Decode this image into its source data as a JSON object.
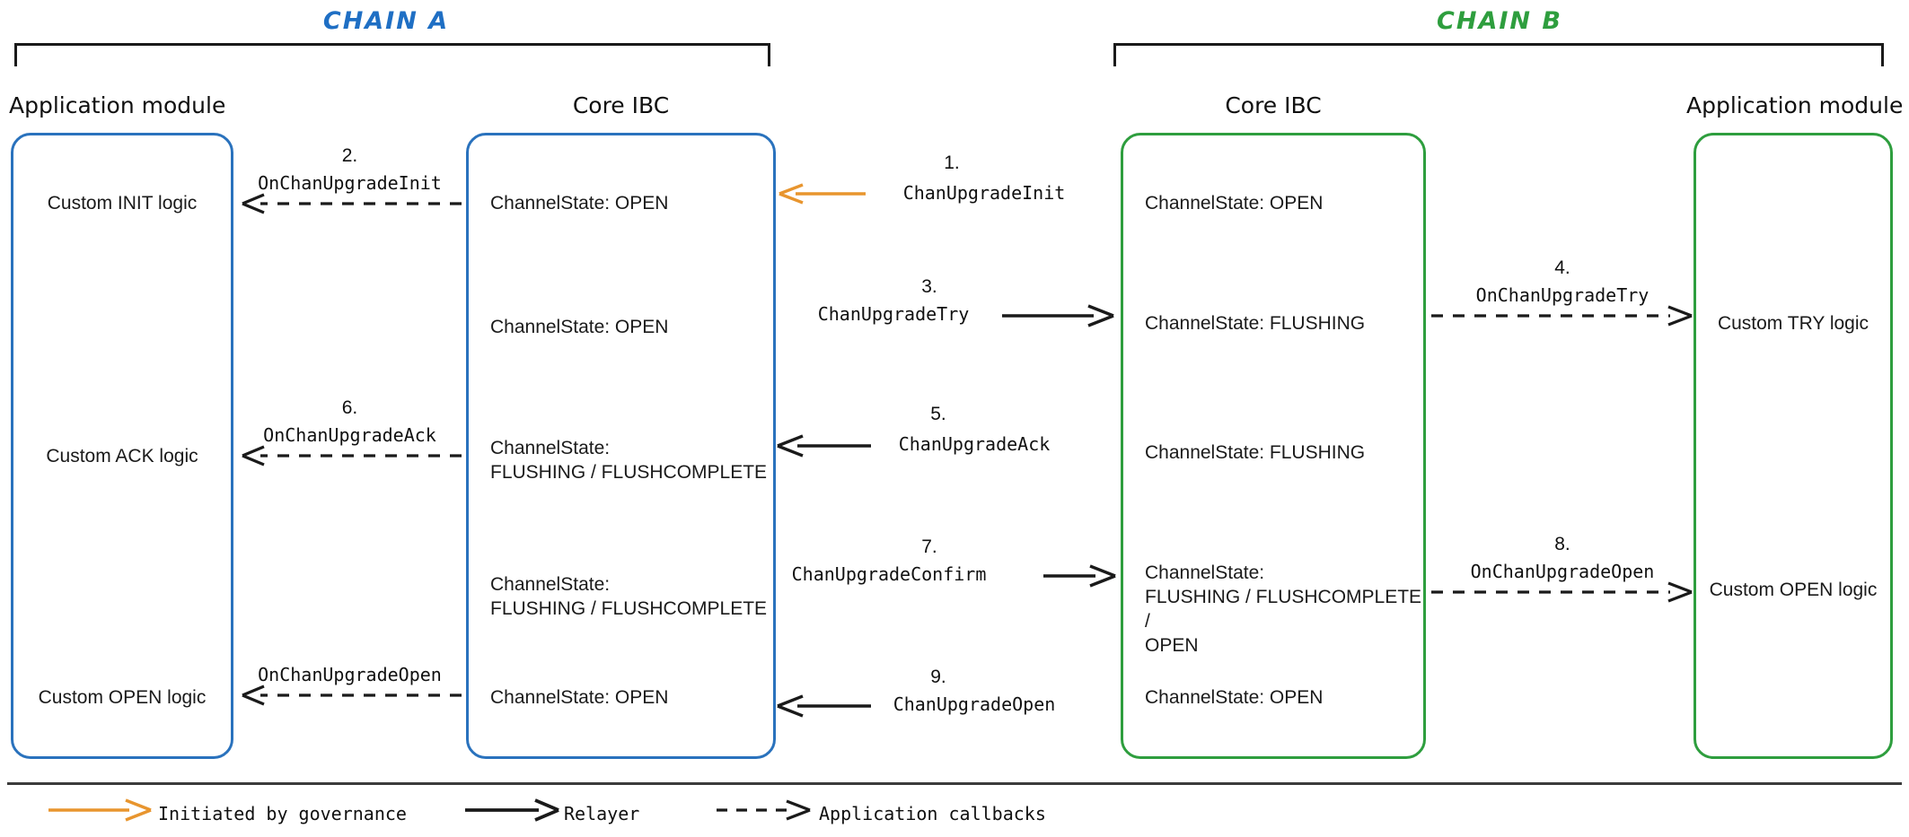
{
  "diagram": {
    "title_chain_a": "CHAIN A",
    "title_chain_b": "CHAIN B",
    "colors": {
      "chain_a": "#1f6fc4",
      "chain_b": "#2e9e3e",
      "governance_arrow": "#e8952e",
      "relayer_arrow": "#1a1a1a",
      "callback_arrow": "#1a1a1a"
    }
  },
  "columns": {
    "a_app": "Application module",
    "a_core": "Core IBC",
    "b_core": "Core IBC",
    "b_app": "Application module"
  },
  "chain_a": {
    "app_module": {
      "rows": [
        "Custom INIT logic",
        "Custom ACK logic",
        "Custom OPEN logic"
      ]
    },
    "core_ibc": {
      "rows": [
        "ChannelState: OPEN",
        "ChannelState: OPEN",
        "ChannelState:\nFLUSHING / FLUSHCOMPLETE",
        "ChannelState:\nFLUSHING / FLUSHCOMPLETE",
        "ChannelState: OPEN"
      ]
    }
  },
  "chain_b": {
    "core_ibc": {
      "rows": [
        "ChannelState: OPEN",
        "ChannelState: FLUSHING",
        "ChannelState: FLUSHING",
        "ChannelState:\nFLUSHING / FLUSHCOMPLETE /\nOPEN",
        "ChannelState: OPEN"
      ]
    },
    "app_module": {
      "rows": [
        "Custom TRY logic",
        "Custom OPEN logic"
      ]
    }
  },
  "flows": {
    "callbacks_left": [
      {
        "num": "2.",
        "label": "OnChanUpgradeInit"
      },
      {
        "num": "6.",
        "label": "OnChanUpgradeAck"
      },
      {
        "num": "",
        "label": "OnChanUpgradeOpen"
      }
    ],
    "center": [
      {
        "num": "1.",
        "label": "ChanUpgradeInit",
        "kind": "governance",
        "dir": "left"
      },
      {
        "num": "3.",
        "label": "ChanUpgradeTry",
        "kind": "relayer",
        "dir": "right"
      },
      {
        "num": "5.",
        "label": "ChanUpgradeAck",
        "kind": "relayer",
        "dir": "left"
      },
      {
        "num": "7.",
        "label": "ChanUpgradeConfirm",
        "kind": "relayer",
        "dir": "right"
      },
      {
        "num": "9.",
        "label": "ChanUpgradeOpen",
        "kind": "relayer",
        "dir": "left"
      }
    ],
    "callbacks_right": [
      {
        "num": "4.",
        "label": "OnChanUpgradeTry"
      },
      {
        "num": "8.",
        "label": "OnChanUpgradeOpen"
      }
    ]
  },
  "legend": {
    "items": [
      {
        "key": "governance",
        "text": "Initiated by governance"
      },
      {
        "key": "relayer",
        "text": "Relayer"
      },
      {
        "key": "callbacks",
        "text": "Application callbacks"
      }
    ]
  }
}
